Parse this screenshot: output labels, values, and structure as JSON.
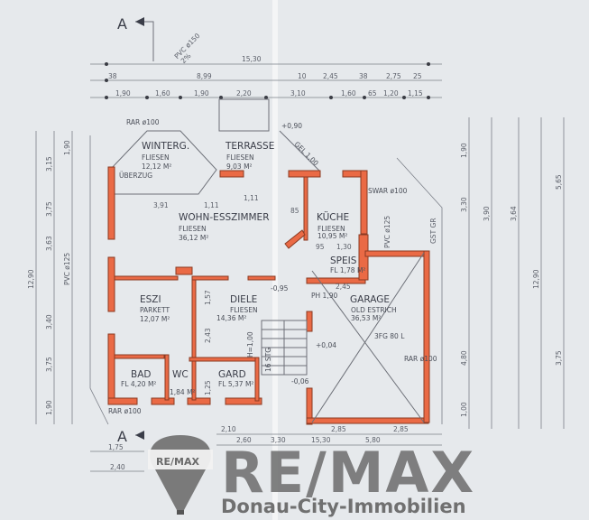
{
  "plan": {
    "section_marker": "A",
    "rooms": [
      {
        "name": "WINTERG.",
        "finish": "FLIESEN",
        "area": "12,12 M²"
      },
      {
        "name": "TERRASSE",
        "finish": "FLIESEN",
        "area": "9,03 M²"
      },
      {
        "name": "WOHN-ESSZIMMER",
        "finish": "FLIESEN",
        "area": "36,12 M²"
      },
      {
        "name": "KÜCHE",
        "finish": "FLIESEN",
        "area": "10,95 M²"
      },
      {
        "name": "SPEIS",
        "finish": "FL 1,78 M²"
      },
      {
        "name": "ESZI",
        "finish": "PARKETT",
        "area": "12,07 M²"
      },
      {
        "name": "DIELE",
        "finish": "FLIESEN",
        "area": "14,36 M²"
      },
      {
        "name": "GARAGE",
        "finish": "OLD ESTRICH",
        "area": "36,53 M²"
      },
      {
        "name": "BAD",
        "finish": "FL 4,20 M²"
      },
      {
        "name": "WC",
        "finish": "1,84 M²"
      },
      {
        "name": "GARD",
        "finish": "FL 5,37 M²"
      }
    ],
    "annotations": {
      "ueberzug": "ÜBERZUG",
      "pvc_top": "PVC ø150",
      "slope": "2%",
      "pvc_left": "PVC ø125",
      "pvc_right": "PVC ø125",
      "rar_top": "RAR ø100",
      "rar_bottom": "RAR ø100",
      "rar_garage": "RAR ø100",
      "swar": "SWAR ø100",
      "gst_gr": "GST GR",
      "level_1": "+0,90",
      "level_2": "-0,95",
      "level_3": "+0,04",
      "level_4": "-0,06",
      "gel": "GEL 1,00",
      "ph": "PH 1,90",
      "h": "H=1,00",
      "stairs": "16 STG",
      "tank": "3FG 80 L"
    },
    "dims_top": {
      "total": "15,30",
      "row2": [
        "38",
        "8,99",
        "10",
        "2,45",
        "38",
        "2,75",
        "25"
      ],
      "row3": [
        "1,90",
        "1,60",
        "1,90",
        "2,20",
        "3,10",
        "1,60",
        "65",
        "1,20",
        "1,15"
      ]
    },
    "dims_bottom": {
      "row1": [
        "2,10",
        "2,85",
        "2,85"
      ],
      "row2": [
        "1,75",
        "2,40",
        "2,60",
        "3,30",
        "5,80"
      ],
      "total": "15,30"
    },
    "dims_left": [
      "12,90",
      "3,15",
      "1,90",
      "3,75",
      "3,63",
      "3,40",
      "3,75",
      "1,90"
    ],
    "dims_right": [
      "1,90",
      "3,30",
      "3,90",
      "3,64",
      "5,65",
      "12,90",
      "4,80",
      "3,75",
      "1,00"
    ],
    "inner_dims": [
      "3,91",
      "1,11",
      "1,11",
      "85",
      "95",
      "1,30",
      "2,45",
      "1,57",
      "2,43",
      "1,25"
    ]
  },
  "logo": {
    "balloon_text": "RE/MAX",
    "brand": "RE/MAX",
    "office": "Donau-City-Immobilien"
  }
}
